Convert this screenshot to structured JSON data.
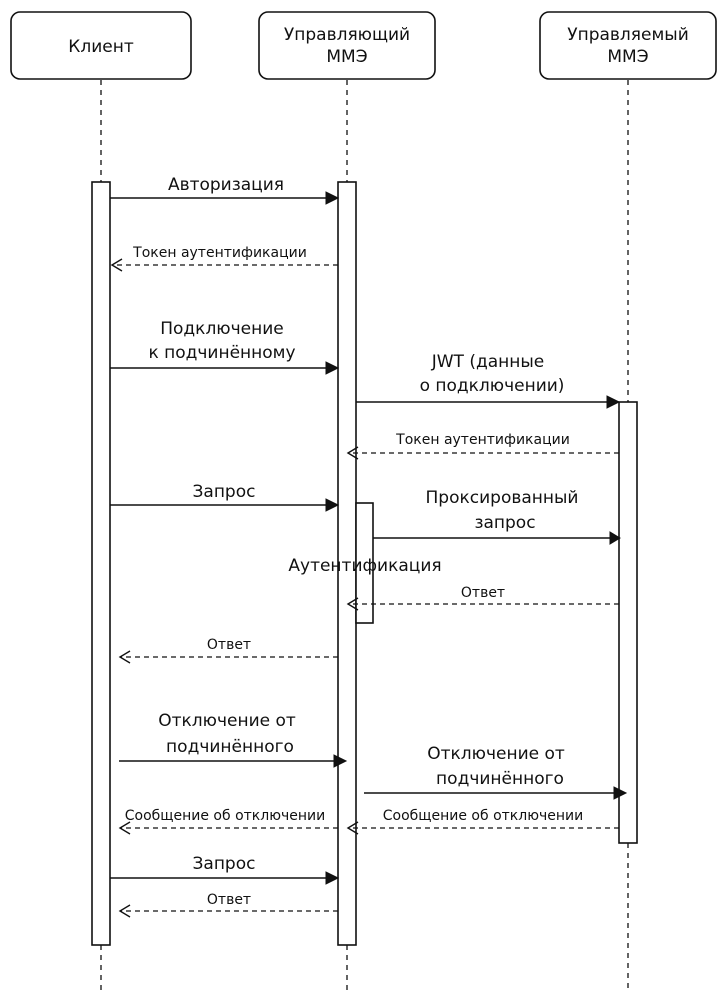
{
  "diagram": {
    "type": "sequence",
    "participants": [
      {
        "id": "client",
        "lines": [
          "Клиент"
        ]
      },
      {
        "id": "controlling",
        "lines": [
          "Управляющий",
          "ММЭ"
        ]
      },
      {
        "id": "controlled",
        "lines": [
          "Управляемый",
          "ММЭ"
        ]
      }
    ],
    "messages": [
      {
        "from": "client",
        "to": "controlling",
        "style": "solid",
        "lines": [
          "Авторизация"
        ]
      },
      {
        "from": "controlling",
        "to": "client",
        "style": "dashed",
        "lines": [
          "Токен аутентификации"
        ]
      },
      {
        "from": "client",
        "to": "controlling",
        "style": "solid",
        "lines": [
          "Подключение",
          "к подчинённому"
        ]
      },
      {
        "from": "controlling",
        "to": "controlled",
        "style": "solid",
        "lines": [
          "JWT (данные",
          "о подключении)"
        ]
      },
      {
        "from": "controlled",
        "to": "controlling",
        "style": "dashed",
        "lines": [
          "Токен аутентификации"
        ]
      },
      {
        "from": "client",
        "to": "controlling",
        "style": "solid",
        "lines": [
          "Запрос"
        ]
      },
      {
        "from": "controlling",
        "to": "controlled",
        "style": "solid",
        "lines": [
          "Проксированный",
          "запрос"
        ]
      },
      {
        "from": "controlled",
        "to": "controlling",
        "style": "dashed",
        "lines": [
          "Ответ"
        ]
      },
      {
        "from": "controlling",
        "to": "client",
        "style": "dashed",
        "lines": [
          "Ответ"
        ]
      },
      {
        "from": "client",
        "to": "controlling",
        "style": "solid",
        "lines": [
          "Отключение от",
          "подчинённого"
        ]
      },
      {
        "from": "controlling",
        "to": "controlled",
        "style": "solid",
        "lines": [
          "Отключение от",
          "подчинённого"
        ]
      },
      {
        "from": "controlling",
        "to": "client",
        "style": "dashed",
        "lines": [
          "Сообщение об отключении"
        ]
      },
      {
        "from": "controlled",
        "to": "controlling",
        "style": "dashed",
        "lines": [
          "Сообщение об отключении"
        ]
      },
      {
        "from": "client",
        "to": "controlling",
        "style": "solid",
        "lines": [
          "Запрос"
        ]
      },
      {
        "from": "controlling",
        "to": "client",
        "style": "dashed",
        "lines": [
          "Ответ"
        ]
      }
    ],
    "annotations": [
      {
        "text": "Аутентификация",
        "on": "controlling"
      }
    ]
  }
}
